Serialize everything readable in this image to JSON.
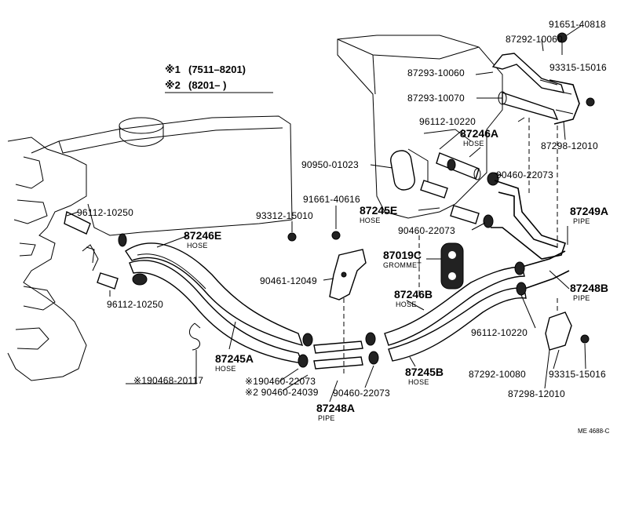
{
  "legend": {
    "note1_mark": "※1",
    "note1_range": "(7511–8201)",
    "note2_mark": "※2",
    "note2_range": "(8201–        )"
  },
  "labels": {
    "p91651_40818": "91651-40818",
    "p87292_10060": "87292-10060",
    "p87293_10060": "87293-10060",
    "p93315_15016_top": "93315-15016",
    "p87293_10070": "87293-10070",
    "p96112_10220_top": "96112-10220",
    "p87298_12010_top": "87298-12010",
    "p87246A": "87246A",
    "p87246A_sub": "HOSE",
    "p90950_01023": "90950-01023",
    "p90460_22073_right": "90460-22073",
    "p91661_40616": "91661-40616",
    "p93312_15010": "93312-15010",
    "p87245E": "87245E",
    "p87245E_sub": "HOSE",
    "p87249A": "87249A",
    "p87249A_sub": "PIPE",
    "p90460_22073_mid": "90460-22073",
    "p96112_10250_top": "96112-10250",
    "p87246E": "87246E",
    "p87246E_sub": "HOSE",
    "p87019C": "87019C",
    "p87019C_sub": "GROMMET",
    "p90461_12049": "90461-12049",
    "p96112_10250_bot": "96112-10250",
    "p87246B": "87246B",
    "p87246B_sub": "HOSE",
    "p87248B": "87248B",
    "p87248B_sub": "PIPE",
    "p96112_10220_bot": "96112-10220",
    "p87245A": "87245A",
    "p87245A_sub": "HOSE",
    "p87292_10080": "87292-10080",
    "p93315_15016_bot": "93315-15016",
    "p190468_20117": "※190468-20117",
    "p190460_22073": "※190460-22073",
    "p290460_24039": "※2 90460-24039",
    "p90460_22073_bot": "90460-22073",
    "p87245B": "87245B",
    "p87245B_sub": "HOSE",
    "p87298_12010_bot": "87298-12010",
    "p87248A": "87248A",
    "p87248A_sub": "PIPE",
    "figure_code": "ME 4688-C"
  }
}
